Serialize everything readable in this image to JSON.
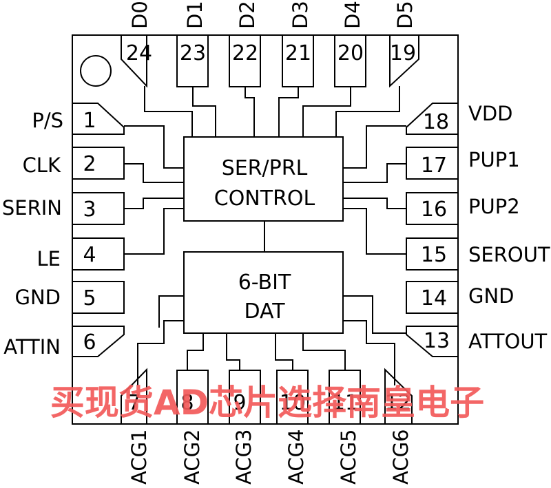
{
  "blocks": {
    "control": [
      "SER/PRL",
      "CONTROL"
    ],
    "dat": [
      "6-BIT",
      "DAT"
    ]
  },
  "pins": {
    "top": [
      {
        "num": "24",
        "label": "D0"
      },
      {
        "num": "23",
        "label": "D1"
      },
      {
        "num": "22",
        "label": "D2"
      },
      {
        "num": "21",
        "label": "D3"
      },
      {
        "num": "20",
        "label": "D4"
      },
      {
        "num": "19",
        "label": "D5"
      }
    ],
    "left": [
      {
        "num": "1",
        "label": "P/S"
      },
      {
        "num": "2",
        "label": "CLK"
      },
      {
        "num": "3",
        "label": "SERIN"
      },
      {
        "num": "4",
        "label": "LE"
      },
      {
        "num": "5",
        "label": "GND"
      },
      {
        "num": "6",
        "label": "ATTIN"
      }
    ],
    "right": [
      {
        "num": "18",
        "label": "VDD"
      },
      {
        "num": "17",
        "label": "PUP1"
      },
      {
        "num": "16",
        "label": "PUP2"
      },
      {
        "num": "15",
        "label": "SEROUT"
      },
      {
        "num": "14",
        "label": "GND"
      },
      {
        "num": "13",
        "label": "ATTOUT"
      }
    ],
    "bottom": [
      {
        "num": "7",
        "label": "ACG1"
      },
      {
        "num": "8",
        "label": "ACG2"
      },
      {
        "num": "9",
        "label": "ACG3"
      },
      {
        "num": "10",
        "label": "ACG4"
      },
      {
        "num": "11",
        "label": "ACG5"
      },
      {
        "num": "12",
        "label": "ACG6"
      }
    ]
  },
  "watermark": "买现货AD芯片选择南皇电子"
}
